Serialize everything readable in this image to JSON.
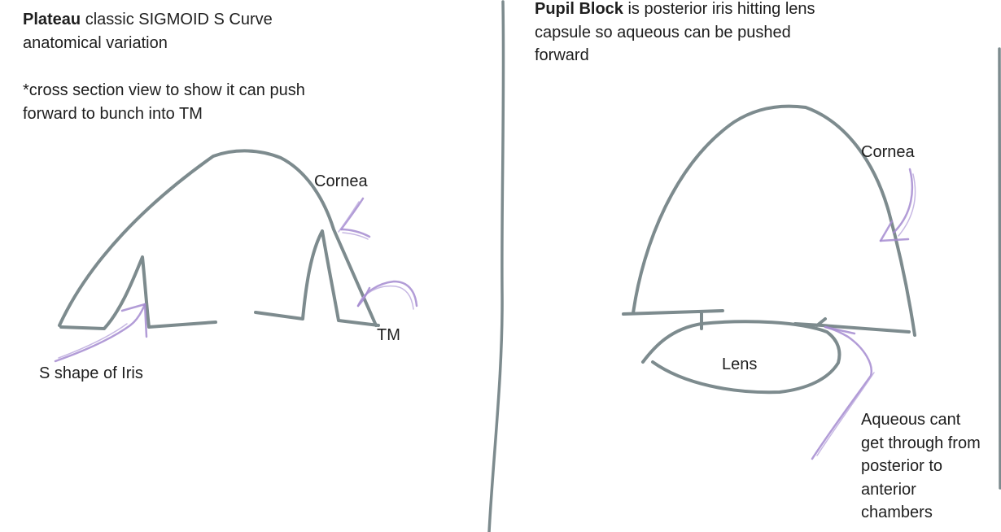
{
  "left_panel": {
    "heading_bold": "Plateau",
    "heading_rest": " classic SIGMOID S Curve\nanatomical variation",
    "note": "*cross section view to show it can push\nforward to bunch into TM",
    "labels": {
      "cornea": "Cornea",
      "tm": "TM",
      "iris": "S shape of Iris"
    }
  },
  "right_panel": {
    "heading_bold": "Pupil Block",
    "heading_rest": " is posterior iris hitting lens\ncapsule so aqueous can be pushed\nforward",
    "labels": {
      "cornea": "Cornea",
      "lens": "Lens",
      "aqueous": "Aqueous cant\nget through from\nposterior to\nanterior\nchambers"
    }
  },
  "colors": {
    "drawing_ink": "#7d8b8e",
    "highlighter": "#a48bd0",
    "text": "#1e1e1e"
  }
}
